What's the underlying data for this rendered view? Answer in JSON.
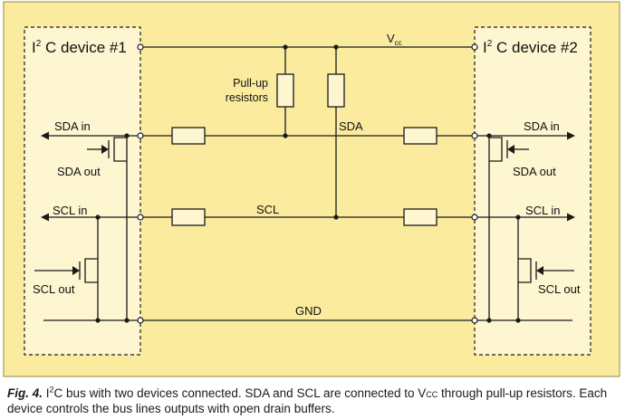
{
  "colors": {
    "background": "#fbeb9e",
    "device_box": "#fdf6d0",
    "wire": "#1a1a1a",
    "resistor_fill": "#fdf6d0"
  },
  "diagram": {
    "device1": {
      "prefix": "I",
      "sup": "2",
      "rest": " C device #1"
    },
    "device2": {
      "prefix": "I",
      "sup": "2",
      "rest": " C device #2"
    },
    "vcc": {
      "main": "V",
      "sub": "cc"
    },
    "pullup_line1": "Pull-up",
    "pullup_line2": "resistors",
    "sda": "SDA",
    "scl": "SCL",
    "gnd": "GND",
    "sda_in_left": "SDA in",
    "sda_out_left": "SDA out",
    "scl_in_left": "SCL in",
    "scl_out_left": "SCL out",
    "sda_in_right": "SDA in",
    "sda_out_right": "SDA out",
    "scl_in_right": "SCL in",
    "scl_out_right": "SCL out"
  },
  "caption": {
    "fig_label": "Fig. 4.",
    "t1": " I",
    "t1_sup": "2",
    "t2": "C bus with two devices connected. SDA and SCL are connected to V",
    "t2_sub": "CC",
    "t3": " through pull-up resistors. Each device controls the bus lines outputs with open drain buffers."
  }
}
